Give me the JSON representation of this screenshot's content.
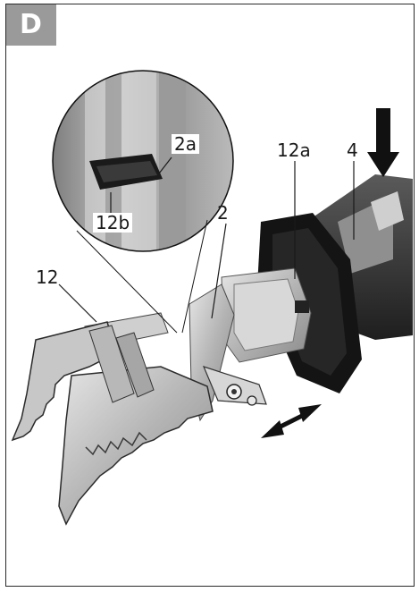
{
  "section_label": "D",
  "callouts": {
    "c12": "12",
    "c12a": "12a",
    "c12b": "12b",
    "c2": "2",
    "c2a": "2a",
    "c4": "4"
  },
  "colors": {
    "badge": "#9a9a9a",
    "tool_body": "#3a3a3a",
    "metal": "#bdbdbd"
  },
  "icons": [
    "arrow-down-icon",
    "double-arrow-icon"
  ]
}
